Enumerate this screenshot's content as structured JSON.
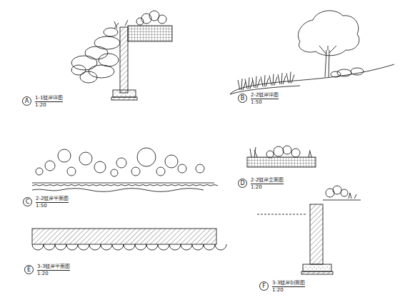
{
  "diagram": {
    "nodes": [
      {
        "text": [
          "A"
        ]
      },
      {
        "text": [
          "B"
        ]
      },
      {
        "text": [
          "C"
        ]
      },
      {
        "text": [
          "D"
        ]
      },
      {
        "text": [
          "E"
        ]
      },
      {
        "text": [
          "F"
        ]
      }
    ],
    "edges": [],
    "labels": [
      "1-1驳岸详图",
      "1:20",
      "2-2驳岸详图",
      "1:50",
      "2-2驳岸平面图",
      "1:50",
      "2-2驳岸立面图",
      "1:20",
      "3-3驳岸平面图",
      "1:20",
      "3-3驳岸剖面图",
      "1:20"
    ]
  }
}
